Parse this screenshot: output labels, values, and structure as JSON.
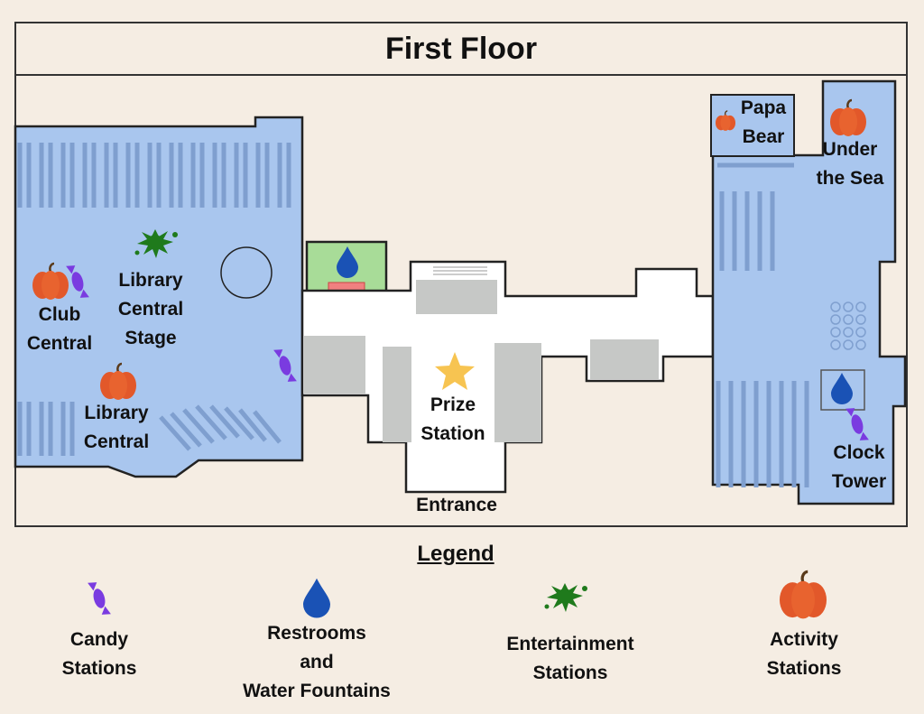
{
  "title": "First Floor",
  "locations": {
    "club_central": [
      "Club",
      "Central"
    ],
    "library_central_stage": [
      "Library",
      "Central",
      "Stage"
    ],
    "library_central": [
      "Library",
      "Central"
    ],
    "prize_station": [
      "Prize",
      "Station"
    ],
    "entrance": "Entrance",
    "papa_bear": [
      "Papa",
      "Bear"
    ],
    "under_the_sea": [
      "Under",
      "the Sea"
    ],
    "clock_tower": [
      "Clock",
      "Tower"
    ]
  },
  "legend": {
    "title": "Legend",
    "candy": [
      "Candy",
      "Stations"
    ],
    "restrooms": [
      "Restrooms",
      "and",
      "Water Fountains"
    ],
    "entertainment": [
      "Entertainment",
      "Stations"
    ],
    "activity": [
      "Activity",
      "Stations"
    ]
  },
  "icons": {
    "candy": "candy-icon",
    "restroom": "water-drop-icon",
    "entertainment": "splat-icon",
    "activity": "pumpkin-icon",
    "prize": "star-icon"
  },
  "colors": {
    "room": "#a9c6ee",
    "corridor": "#ffffff",
    "block": "#c6c8c6",
    "restroom_room": "#a8dc98",
    "candy": "#7a3be0",
    "drop": "#1a52b5",
    "splat": "#1f7a1c",
    "pumpkin": "#e2582a",
    "star": "#f7c451"
  }
}
